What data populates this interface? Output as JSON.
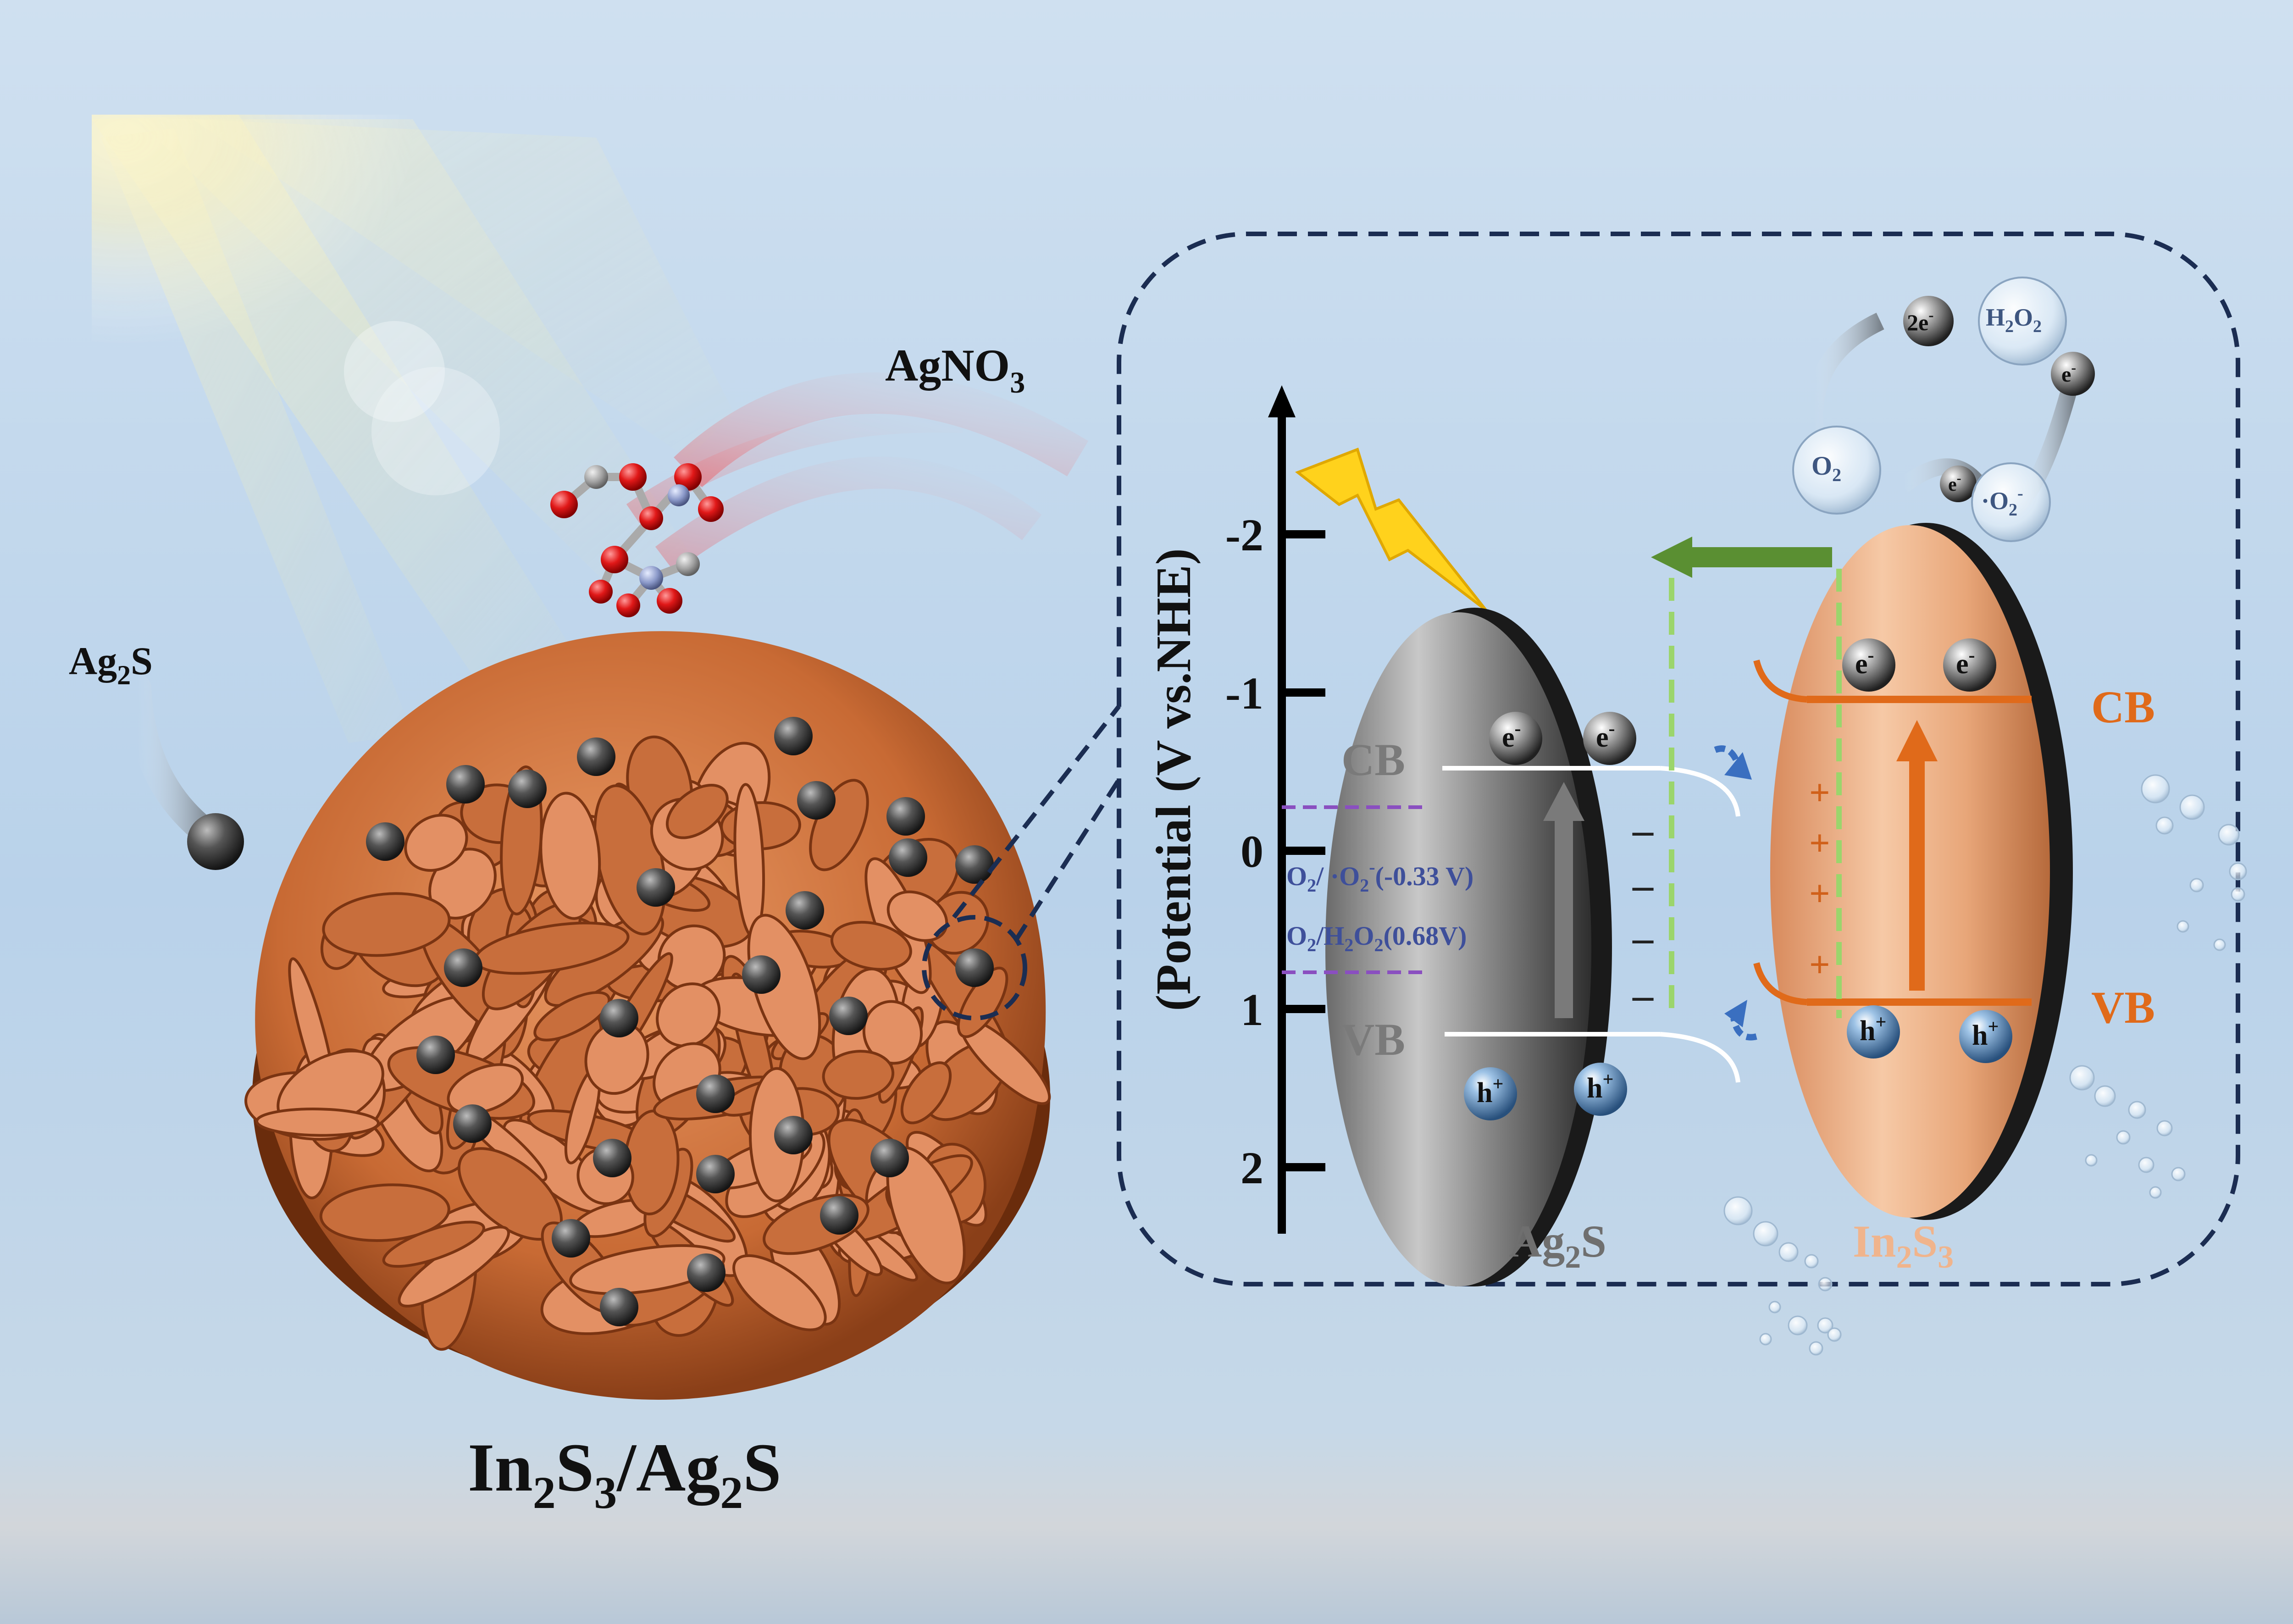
{
  "labels": {
    "precursor_ag2s": {
      "main": "Ag",
      "sub": "2",
      "tail": "S"
    },
    "agno3": {
      "main": "AgNO",
      "sub": "3"
    },
    "composite": {
      "p1": "In",
      "s1": "2",
      "p2": "S",
      "s2": "3",
      "p3": "/Ag",
      "s3": "2",
      "p4": "S"
    }
  },
  "axis": {
    "title": "(Potential (V vs.NHE)",
    "ticks": [
      "-2",
      "-1",
      "0",
      "1",
      "2"
    ]
  },
  "chart_data": {
    "type": "energy-band-diagram",
    "axis_label": "(Potential (V vs.NHE)",
    "axis_ticks": [
      -2,
      -1,
      0,
      1,
      2
    ],
    "materials": [
      {
        "name": "Ag2S",
        "CB_label": "CB",
        "VB_label": "VB",
        "color": "#808080"
      },
      {
        "name": "In2S3",
        "CB_label": "CB",
        "VB_label": "VB",
        "color": "#e07020"
      }
    ],
    "reference_potentials": [
      {
        "label": "O2/ ·O2-(-0.33 V)",
        "value": -0.33
      },
      {
        "label": "O2/H2O2(0.68V)",
        "value": 0.68
      }
    ]
  },
  "bands": {
    "ag2s": {
      "cb": "CB",
      "vb": "VB",
      "name_main": "Ag",
      "name_sub": "2",
      "name_tail": "S"
    },
    "in2s3": {
      "cb": "CB",
      "vb": "VB",
      "n1": "In",
      "s1": "2",
      "n2": "S",
      "s2": "3"
    }
  },
  "redox": {
    "r1": {
      "a": "O",
      "b": "2",
      "c": "/ ·O",
      "d": "2",
      "e": "-",
      "f": "(-0.33 V)"
    },
    "r2": {
      "a": "O",
      "b": "2",
      "c": "/H",
      "d": "2",
      "e": "O",
      "f": "2",
      "g": "(0.68V)"
    }
  },
  "carriers": {
    "electron": "e",
    "electron_sup": "-",
    "hole": "h",
    "hole_sup": "+",
    "minus": "–",
    "plus": "+"
  },
  "reaction": {
    "two_e": "2e",
    "two_e_sup": "-",
    "h2o2": {
      "a": "H",
      "b": "2",
      "c": "O",
      "d": "2"
    },
    "o2": {
      "a": "O",
      "b": "2"
    },
    "o2rad": {
      "a": "·O",
      "b": "2",
      "c": "-"
    },
    "e": "e",
    "e_sup": "-"
  },
  "colors": {
    "in2s3": "#d97a3a",
    "ag2s": "#6f6f6f",
    "transfer_arrow": "#5a8f32",
    "frame": "#1b2d52"
  }
}
